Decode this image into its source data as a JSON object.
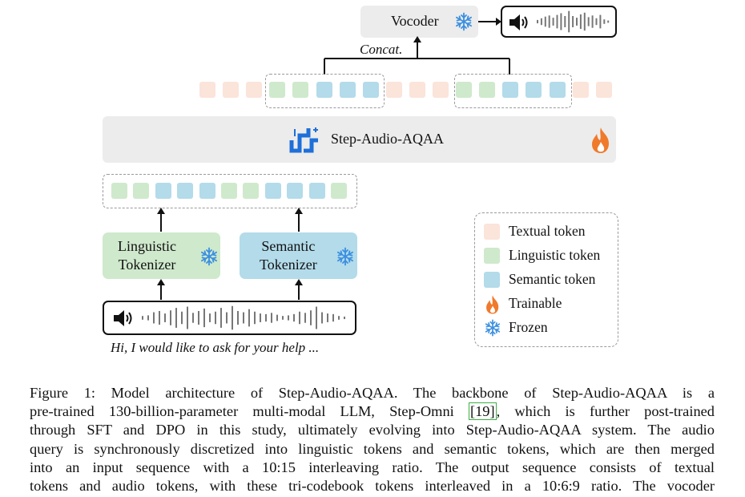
{
  "diagram": {
    "vocoder_label": "Vocoder",
    "concat_label": "Concat.",
    "model_label": "Step-Audio-AQAA",
    "linguistic_tokenizer_label": "Linguistic\nTokenizer",
    "semantic_tokenizer_label": "Semantic\nTokenizer",
    "query_text": "Hi, I would like to ask for your help ...",
    "output_tokens": [
      "text",
      "text",
      "text",
      "ling",
      "ling",
      "sem",
      "sem",
      "sem",
      "text",
      "text",
      "text",
      "ling",
      "ling",
      "sem",
      "sem",
      "sem",
      "text",
      "text"
    ],
    "input_tokens": [
      "ling",
      "ling",
      "sem",
      "sem",
      "sem",
      "ling",
      "ling",
      "sem",
      "sem",
      "sem",
      "ling"
    ],
    "legend": [
      {
        "type": "swatch",
        "kind": "text",
        "label": "Textual token"
      },
      {
        "type": "swatch",
        "kind": "ling",
        "label": "Linguistic token"
      },
      {
        "type": "swatch",
        "kind": "sem",
        "label": "Semantic token"
      },
      {
        "type": "icon",
        "icon": "flame-icon",
        "label": "Trainable"
      },
      {
        "type": "icon",
        "icon": "snowflake-icon",
        "label": "Frozen"
      }
    ],
    "colors": {
      "textual": "#fbe4da",
      "linguistic": "#cfe9cc",
      "semantic": "#b3dbea",
      "flame": "#f07a2b",
      "snowflake": "#3b8fe0",
      "logo": "#1e6fd9"
    }
  },
  "caption": {
    "line1_prefix": "Figure 1:   Model architecture of Step-Audio-AQAA. The backbone of Step-Audio-AQAA is a",
    "line2_before": "pre-trained 130-billion-parameter multi-modal LLM, Step-Omni ",
    "line2_cite": "[19]",
    "line2_after": ", which is further post-trained",
    "line3": "through SFT and DPO in this study, ultimately evolving into Step-Audio-AQAA system. The audio",
    "line4": "query is synchronously discretized into linguistic tokens and semantic tokens, which are then merged",
    "line5": "into an input sequence with a 10:15 interleaving ratio.  The output sequence consists of textual",
    "line6": "tokens and audio tokens, with these tri-codebook tokens interleaved in a 10:6:9 ratio. The vocoder"
  }
}
